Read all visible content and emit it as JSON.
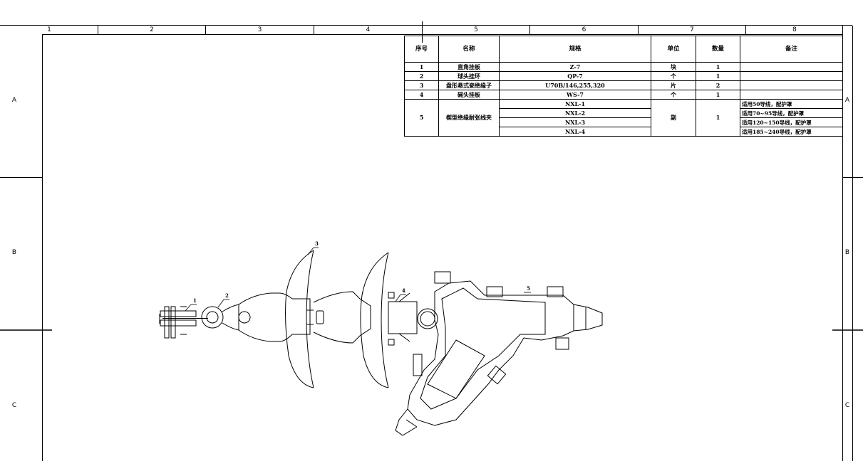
{
  "zones": {
    "columns": [
      "1",
      "2",
      "3",
      "4",
      "5",
      "6",
      "7",
      "8"
    ],
    "rows": [
      "A",
      "B",
      "C"
    ]
  },
  "bom": {
    "headers": {
      "no": "序号",
      "name": "名称",
      "spec": "规格",
      "unit": "单位",
      "qty": "数量",
      "note": "备注"
    },
    "items": [
      {
        "no": "1",
        "name": "直角挂板",
        "spec": "Z-7",
        "unit": "块",
        "qty": "1",
        "note": ""
      },
      {
        "no": "2",
        "name": "球头挂环",
        "spec": "QP-7",
        "unit": "个",
        "qty": "1",
        "note": ""
      },
      {
        "no": "3",
        "name": "盘形悬式瓷绝缘子",
        "spec": "U70B/146,255,320",
        "unit": "片",
        "qty": "2",
        "note": ""
      },
      {
        "no": "4",
        "name": "碗头挂板",
        "spec": "WS-7",
        "unit": "个",
        "qty": "1",
        "note": ""
      }
    ],
    "item5": {
      "no": "5",
      "name": "楔型绝缘耐张线夹",
      "unit": "副",
      "qty": "1",
      "variants": [
        {
          "spec": "NXL-1",
          "note": "适用50导线，配护罩"
        },
        {
          "spec": "NXL-2",
          "note": "适用70~95导线，配护罩"
        },
        {
          "spec": "NXL-3",
          "note": "适用120~150导线，配护罩"
        },
        {
          "spec": "NXL-4",
          "note": "适用185~240导线，配护罩"
        }
      ]
    }
  },
  "callouts": [
    "1",
    "2",
    "3",
    "4",
    "5"
  ]
}
